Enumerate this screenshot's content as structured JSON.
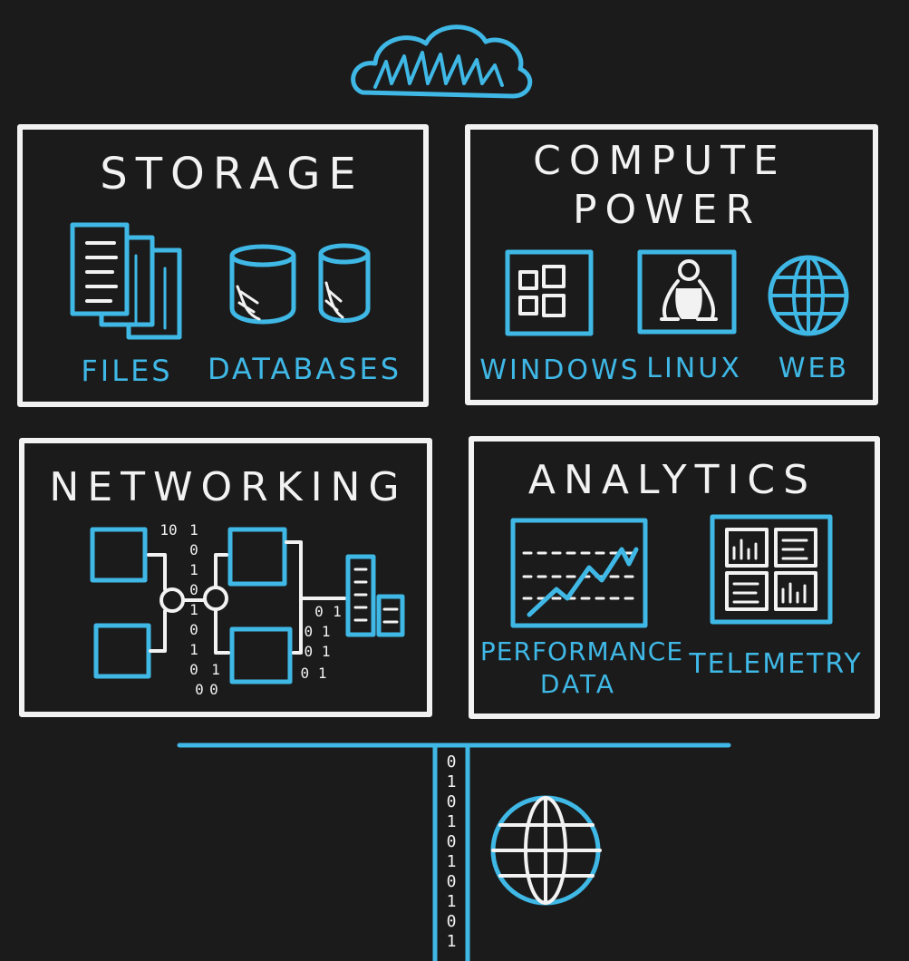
{
  "panels": {
    "storage": {
      "title": "STORAGE",
      "items": [
        "FILES",
        "DATABASES"
      ]
    },
    "compute": {
      "title_line1": "COMPUTE",
      "title_line2": "POWER",
      "items": [
        "WINDOWS",
        "LINUX",
        "WEB"
      ]
    },
    "networking": {
      "title": "NETWORKING",
      "bits": [
        "10",
        "1",
        "0",
        "1",
        "0",
        "1",
        "0",
        "1",
        "0",
        "1",
        "0",
        "0 1",
        "0 1",
        "0 1",
        "1",
        "0",
        "0"
      ]
    },
    "analytics": {
      "title": "ANALYTICS",
      "items": [
        "PERFORMANCE",
        "DATA",
        "TELEMETRY"
      ]
    }
  },
  "bottom": {
    "bit_column": [
      "0",
      "1",
      "0",
      "1",
      "0",
      "1",
      "0",
      "1",
      "0",
      "1"
    ]
  },
  "colors": {
    "background": "#1b1b1b",
    "accent": "#3fb8e6",
    "ink": "#f2f2f2"
  },
  "icons": [
    "cloud-icon",
    "files-icon",
    "database-icon",
    "windows-icon",
    "linux-icon",
    "web-icon",
    "network-icon",
    "performance-chart-icon",
    "telemetry-dashboard-icon",
    "globe-icon"
  ]
}
